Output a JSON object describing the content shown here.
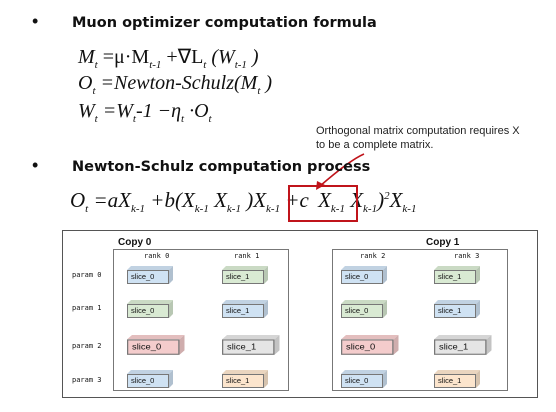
{
  "section1": {
    "bullet": "•",
    "title": "Muon optimizer computation formula"
  },
  "formulas": {
    "f1": {
      "l": "M",
      "ls": "t",
      "m1": " =μ·M",
      "ms": "t-1",
      "m2": " +∇L",
      "ns": "t",
      "m3": " (W",
      "os": "t-1",
      "m4": " )"
    },
    "f2": {
      "l": "O",
      "ls": "t",
      "m1": " =Newton-Schulz(M",
      "ms": "t",
      "m2": " )"
    },
    "f3": {
      "l": "W",
      "ls": "t",
      "m1": " =W",
      "ms": "t",
      "m2": "-1  −η",
      "ns": "t",
      "m3": " ·O",
      "os": "t"
    }
  },
  "note": {
    "line1": "Orthogonal matrix computation requires X",
    "line2": "to be a complete matrix."
  },
  "section2": {
    "bullet": "•",
    "title": "Newton-Schulz computation process"
  },
  "ns_formula": {
    "a": "O",
    "as": "t",
    "b": " =aX",
    "bs": "k-1",
    "c": " +b(X",
    "cs": "k-1",
    "d": " X",
    "ds": "k-1",
    "e": " )X",
    "es": "k-1",
    "f": " +c",
    "g": "X",
    "gs": "k-1",
    "h": "X",
    "hs": "k-1",
    "i": ")",
    "j": "2",
    "k": "X",
    "ks": "k-1"
  },
  "diagram": {
    "copy0": "Copy 0",
    "copy1": "Copy 1",
    "ranks": [
      "rank 0",
      "rank 1",
      "rank 2",
      "rank 3"
    ],
    "params": [
      "param 0",
      "param 1",
      "param 2",
      "param 3"
    ],
    "slice0": "slice_0",
    "slice1": "slice_1",
    "colors": {
      "blue": "#cfe2f3",
      "green": "#d9ead3",
      "red": "#f4cccc",
      "grey": "#e5e5e5",
      "orange": "#fce5cd",
      "border": "#777777"
    }
  }
}
